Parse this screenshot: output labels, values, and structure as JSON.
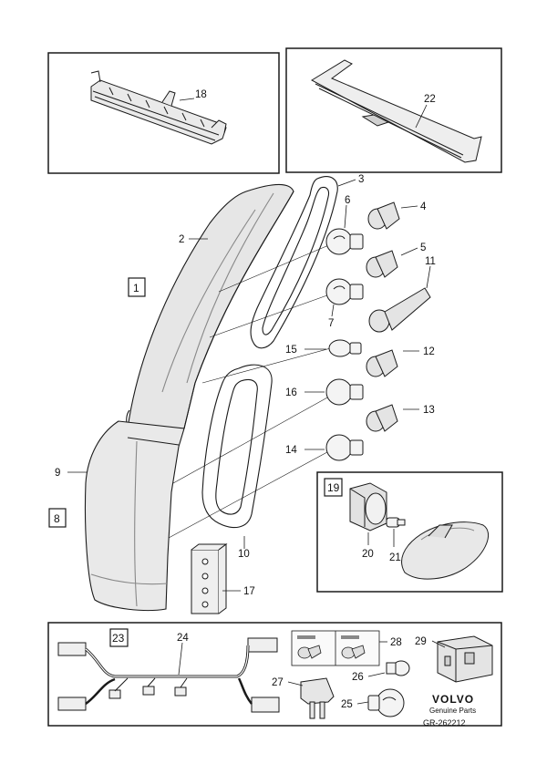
{
  "callouts": {
    "n1": "1",
    "n2": "2",
    "n3": "3",
    "n4": "4",
    "n5": "5",
    "n6": "6",
    "n7": "7",
    "n8": "8",
    "n9": "9",
    "n10": "10",
    "n11": "11",
    "n12": "12",
    "n13": "13",
    "n14": "14",
    "n15": "15",
    "n16": "16",
    "n17": "17",
    "n18": "18",
    "n19": "19",
    "n20": "20",
    "n21": "21",
    "n22": "22",
    "n23": "23",
    "n24": "24",
    "n25": "25",
    "n26": "26",
    "n27": "27",
    "n28": "28",
    "n29": "29"
  },
  "brand": {
    "name": "VOLVO",
    "subtitle": "Genuine Parts",
    "ref": "GR-262212"
  },
  "colors": {
    "line": "#1a1a1a",
    "lens_fill": "#ececec",
    "lens_shade": "#d6d6d6",
    "background": "#ffffff"
  }
}
